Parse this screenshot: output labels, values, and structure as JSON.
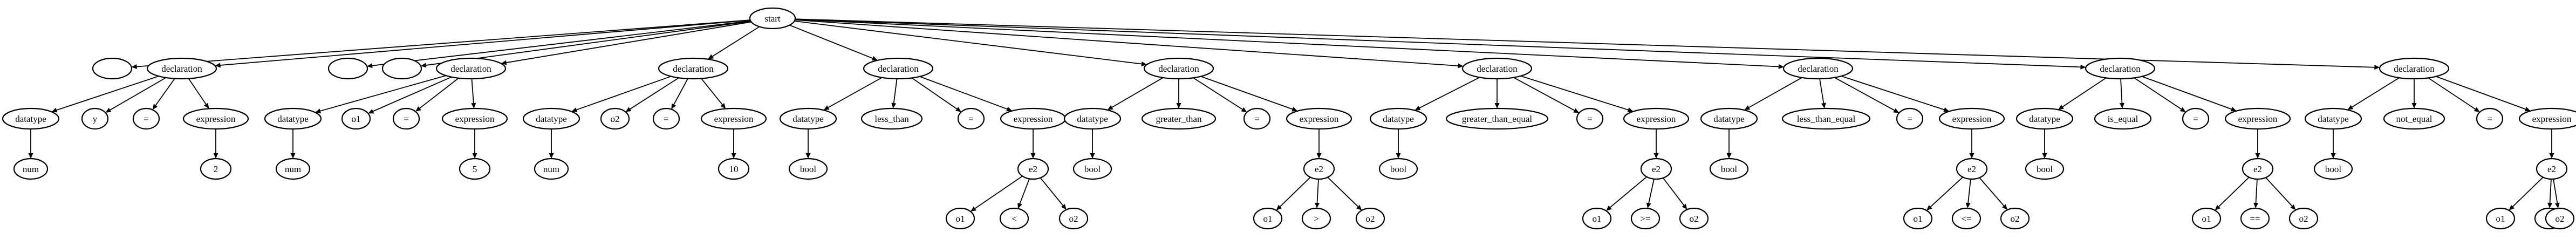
{
  "nodes": {
    "root": "start",
    "e1": "",
    "d1": "declaration",
    "d1_t": "datatype",
    "d1_tv": "num",
    "d1_id": "y",
    "d1_eq": "=",
    "d1_ex": "expression",
    "d1_val": "2",
    "e2": "",
    "e3": "",
    "d2": "declaration",
    "d2_t": "datatype",
    "d2_tv": "num",
    "d2_id": "o1",
    "d2_eq": "=",
    "d2_ex": "expression",
    "d2_val": "5",
    "d3": "declaration",
    "d3_t": "datatype",
    "d3_tv": "num",
    "d3_id": "o2",
    "d3_eq": "=",
    "d3_ex": "expression",
    "d3_val": "10",
    "d4": "declaration",
    "d4_t": "datatype",
    "d4_tv": "bool",
    "d4_id": "less_than",
    "d4_eq": "=",
    "d4_ex": "expression",
    "d4_e2": "e2",
    "d4_l": "o1",
    "d4_op": "<",
    "d4_r": "o2",
    "d5": "declaration",
    "d5_t": "datatype",
    "d5_tv": "bool",
    "d5_id": "greater_than",
    "d5_eq": "=",
    "d5_ex": "expression",
    "d5_e2": "e2",
    "d5_l": "o1",
    "d5_op": ">",
    "d5_r": "o2",
    "d6": "declaration",
    "d6_t": "datatype",
    "d6_tv": "bool",
    "d6_id": "greater_than_equal",
    "d6_eq": "=",
    "d6_ex": "expression",
    "d6_e2": "e2",
    "d6_l": "o1",
    "d6_op": ">=",
    "d6_r": "o2",
    "d7": "declaration",
    "d7_t": "datatype",
    "d7_tv": "bool",
    "d7_id": "less_than_equal",
    "d7_eq": "=",
    "d7_ex": "expression",
    "d7_e2": "e2",
    "d7_l": "o1",
    "d7_op": "<=",
    "d7_r": "o2",
    "d8": "declaration",
    "d8_t": "datatype",
    "d8_tv": "bool",
    "d8_id": "is_equal",
    "d8_eq": "=",
    "d8_ex": "expression",
    "d8_e2": "e2",
    "d8_l": "o1",
    "d8_op": "==",
    "d8_r": "o2",
    "d9": "declaration",
    "d9_t": "datatype",
    "d9_tv": "bool",
    "d9_id": "not_equal",
    "d9_eq": "=",
    "d9_ex": "expression",
    "d9_e2": "e2",
    "d9_l": "o1",
    "d9_op": "!=",
    "d9_r": "o2"
  },
  "edges": [
    [
      "root",
      "e1"
    ],
    [
      "root",
      "d1"
    ],
    [
      "root",
      "e2"
    ],
    [
      "root",
      "e3"
    ],
    [
      "root",
      "d2"
    ],
    [
      "root",
      "d3"
    ],
    [
      "root",
      "d4"
    ],
    [
      "root",
      "d5"
    ],
    [
      "root",
      "d6"
    ],
    [
      "root",
      "d7"
    ],
    [
      "root",
      "d8"
    ],
    [
      "root",
      "d9"
    ],
    [
      "d1",
      "d1_t"
    ],
    [
      "d1",
      "d1_id"
    ],
    [
      "d1",
      "d1_eq"
    ],
    [
      "d1",
      "d1_ex"
    ],
    [
      "d1_t",
      "d1_tv"
    ],
    [
      "d1_ex",
      "d1_val"
    ],
    [
      "d2",
      "d2_t"
    ],
    [
      "d2",
      "d2_id"
    ],
    [
      "d2",
      "d2_eq"
    ],
    [
      "d2",
      "d2_ex"
    ],
    [
      "d2_t",
      "d2_tv"
    ],
    [
      "d2_ex",
      "d2_val"
    ],
    [
      "d3",
      "d3_t"
    ],
    [
      "d3",
      "d3_id"
    ],
    [
      "d3",
      "d3_eq"
    ],
    [
      "d3",
      "d3_ex"
    ],
    [
      "d3_t",
      "d3_tv"
    ],
    [
      "d3_ex",
      "d3_val"
    ],
    [
      "d4",
      "d4_t"
    ],
    [
      "d4",
      "d4_id"
    ],
    [
      "d4",
      "d4_eq"
    ],
    [
      "d4",
      "d4_ex"
    ],
    [
      "d4_t",
      "d4_tv"
    ],
    [
      "d4_ex",
      "d4_e2"
    ],
    [
      "d4_e2",
      "d4_l"
    ],
    [
      "d4_e2",
      "d4_op"
    ],
    [
      "d4_e2",
      "d4_r"
    ],
    [
      "d5",
      "d5_t"
    ],
    [
      "d5",
      "d5_id"
    ],
    [
      "d5",
      "d5_eq"
    ],
    [
      "d5",
      "d5_ex"
    ],
    [
      "d5_t",
      "d5_tv"
    ],
    [
      "d5_ex",
      "d5_e2"
    ],
    [
      "d5_e2",
      "d5_l"
    ],
    [
      "d5_e2",
      "d5_op"
    ],
    [
      "d5_e2",
      "d5_r"
    ],
    [
      "d6",
      "d6_t"
    ],
    [
      "d6",
      "d6_id"
    ],
    [
      "d6",
      "d6_eq"
    ],
    [
      "d6",
      "d6_ex"
    ],
    [
      "d6_t",
      "d6_tv"
    ],
    [
      "d6_ex",
      "d6_e2"
    ],
    [
      "d6_e2",
      "d6_l"
    ],
    [
      "d6_e2",
      "d6_op"
    ],
    [
      "d6_e2",
      "d6_r"
    ],
    [
      "d7",
      "d7_t"
    ],
    [
      "d7",
      "d7_id"
    ],
    [
      "d7",
      "d7_eq"
    ],
    [
      "d7",
      "d7_ex"
    ],
    [
      "d7_t",
      "d7_tv"
    ],
    [
      "d7_ex",
      "d7_e2"
    ],
    [
      "d7_e2",
      "d7_l"
    ],
    [
      "d7_e2",
      "d7_op"
    ],
    [
      "d7_e2",
      "d7_r"
    ],
    [
      "d8",
      "d8_t"
    ],
    [
      "d8",
      "d8_id"
    ],
    [
      "d8",
      "d8_eq"
    ],
    [
      "d8",
      "d8_ex"
    ],
    [
      "d8_t",
      "d8_tv"
    ],
    [
      "d8_ex",
      "d8_e2"
    ],
    [
      "d8_e2",
      "d8_l"
    ],
    [
      "d8_e2",
      "d8_op"
    ],
    [
      "d8_e2",
      "d8_r"
    ],
    [
      "d9",
      "d9_t"
    ],
    [
      "d9",
      "d9_id"
    ],
    [
      "d9",
      "d9_eq"
    ],
    [
      "d9",
      "d9_ex"
    ],
    [
      "d9_t",
      "d9_tv"
    ],
    [
      "d9_ex",
      "d9_e2"
    ],
    [
      "d9_e2",
      "d9_l"
    ],
    [
      "d9_e2",
      "d9_op"
    ],
    [
      "d9_e2",
      "d9_r"
    ]
  ]
}
